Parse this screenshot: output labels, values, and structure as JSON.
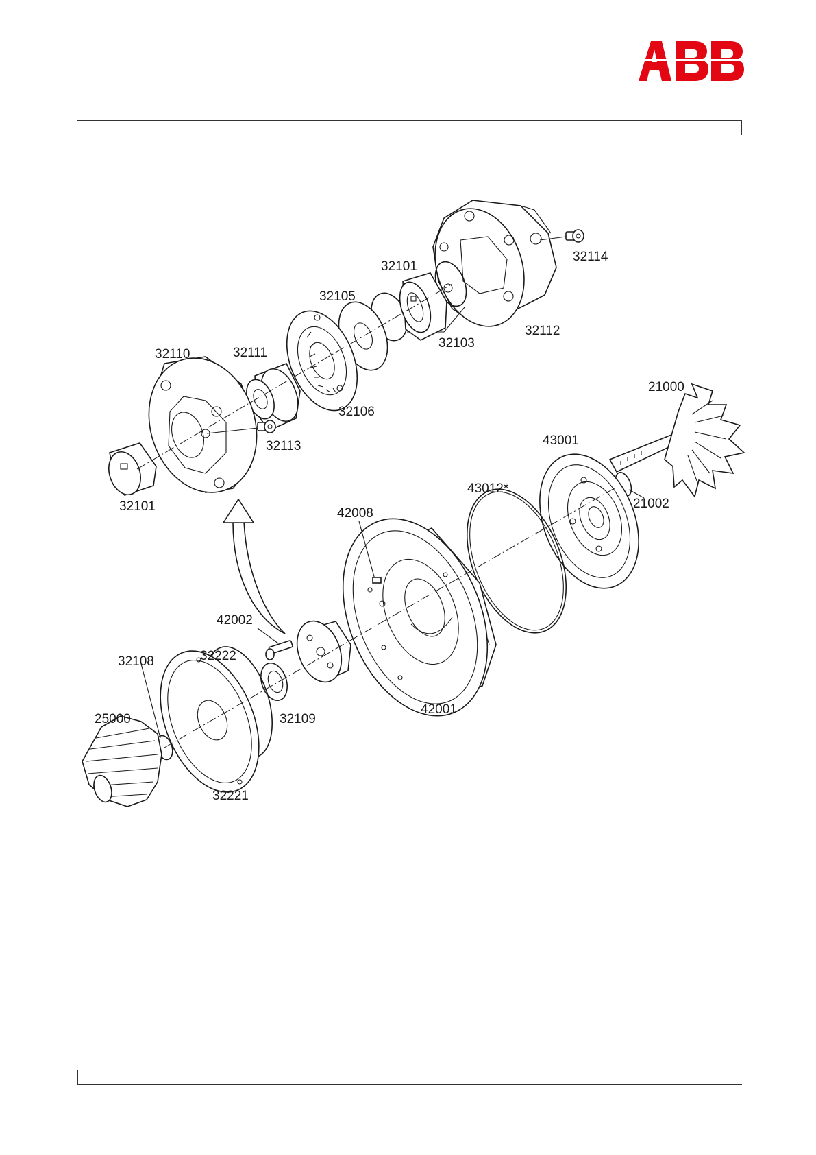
{
  "header": {
    "brand": {
      "name": "ABB",
      "color": "#e30613"
    }
  },
  "drawing": {
    "labels": {
      "p32114": "32114",
      "p32101_top": "32101",
      "p32105": "32105",
      "p32112": "32112",
      "p32103": "32103",
      "p32110": "32110",
      "p32111": "32111",
      "p32106": "32106",
      "p21000": "21000",
      "p32113": "32113",
      "p43001": "43001",
      "p43012": "43012*",
      "p21002": "21002",
      "p32101_left": "32101",
      "p42008": "42008",
      "p42002": "42002",
      "p32222": "32222",
      "p32108": "32108",
      "p32109": "32109",
      "p42001": "42001",
      "p25000": "25000",
      "p32221": "32221"
    }
  }
}
